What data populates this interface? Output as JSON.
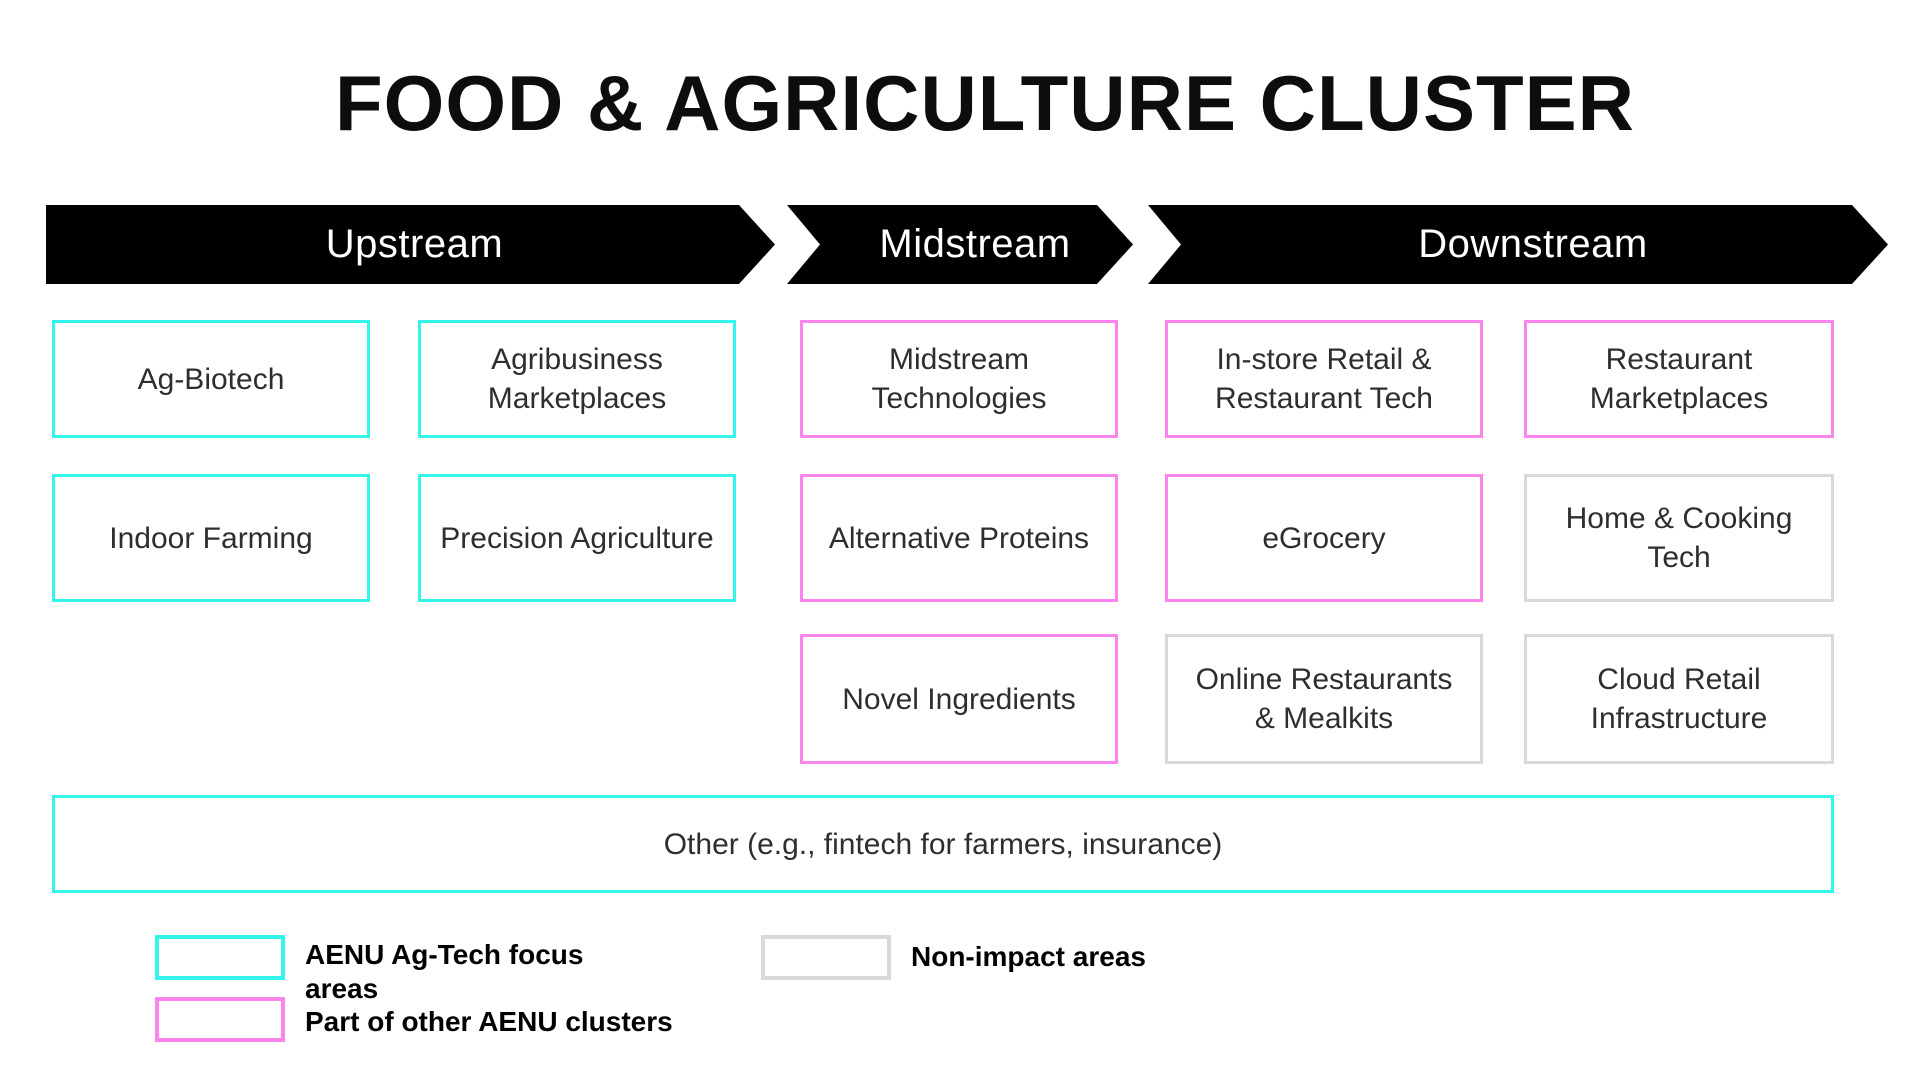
{
  "title": "FOOD & AGRICULTURE CLUSTER",
  "stages": [
    {
      "id": "upstream",
      "label": "Upstream"
    },
    {
      "id": "midstream",
      "label": "Midstream"
    },
    {
      "id": "downstream",
      "label": "Downstream"
    }
  ],
  "categories": {
    "focus": {
      "color": "#34F5E9",
      "legend_label": "AENU Ag-Tech focus areas"
    },
    "other_cluster": {
      "color": "#FB85EC",
      "legend_label": "Part of other AENU clusters"
    },
    "non_impact": {
      "color": "#D9D9D9",
      "legend_label": "Non-impact areas"
    }
  },
  "arrow_color": "#000000",
  "boxes": [
    {
      "label": "Ag-Biotech",
      "category": "focus"
    },
    {
      "label": "Agribusiness Marketplaces",
      "category": "focus"
    },
    {
      "label": "Midstream Technologies",
      "category": "other_cluster"
    },
    {
      "label": "In-store Retail & Restaurant Tech",
      "category": "other_cluster"
    },
    {
      "label": "Restaurant Marketplaces",
      "category": "other_cluster"
    },
    {
      "label": "Indoor Farming",
      "category": "focus"
    },
    {
      "label": "Precision Agriculture",
      "category": "focus"
    },
    {
      "label": "Alternative Proteins",
      "category": "other_cluster"
    },
    {
      "label": "eGrocery",
      "category": "other_cluster"
    },
    {
      "label": "Home & Cooking Tech",
      "category": "non_impact"
    },
    {
      "label": "Novel Ingredients",
      "category": "other_cluster"
    },
    {
      "label": "Online Restaurants & Mealkits",
      "category": "non_impact"
    },
    {
      "label": "Cloud Retail Infrastructure",
      "category": "non_impact"
    },
    {
      "label": "Other (e.g., fintech for farmers, insurance)",
      "category": "focus"
    }
  ],
  "legend": [
    {
      "category": "focus",
      "label": "AENU Ag-Tech focus areas"
    },
    {
      "category": "other_cluster",
      "label": "Part of other AENU clusters"
    },
    {
      "category": "non_impact",
      "label": "Non-impact areas"
    }
  ]
}
